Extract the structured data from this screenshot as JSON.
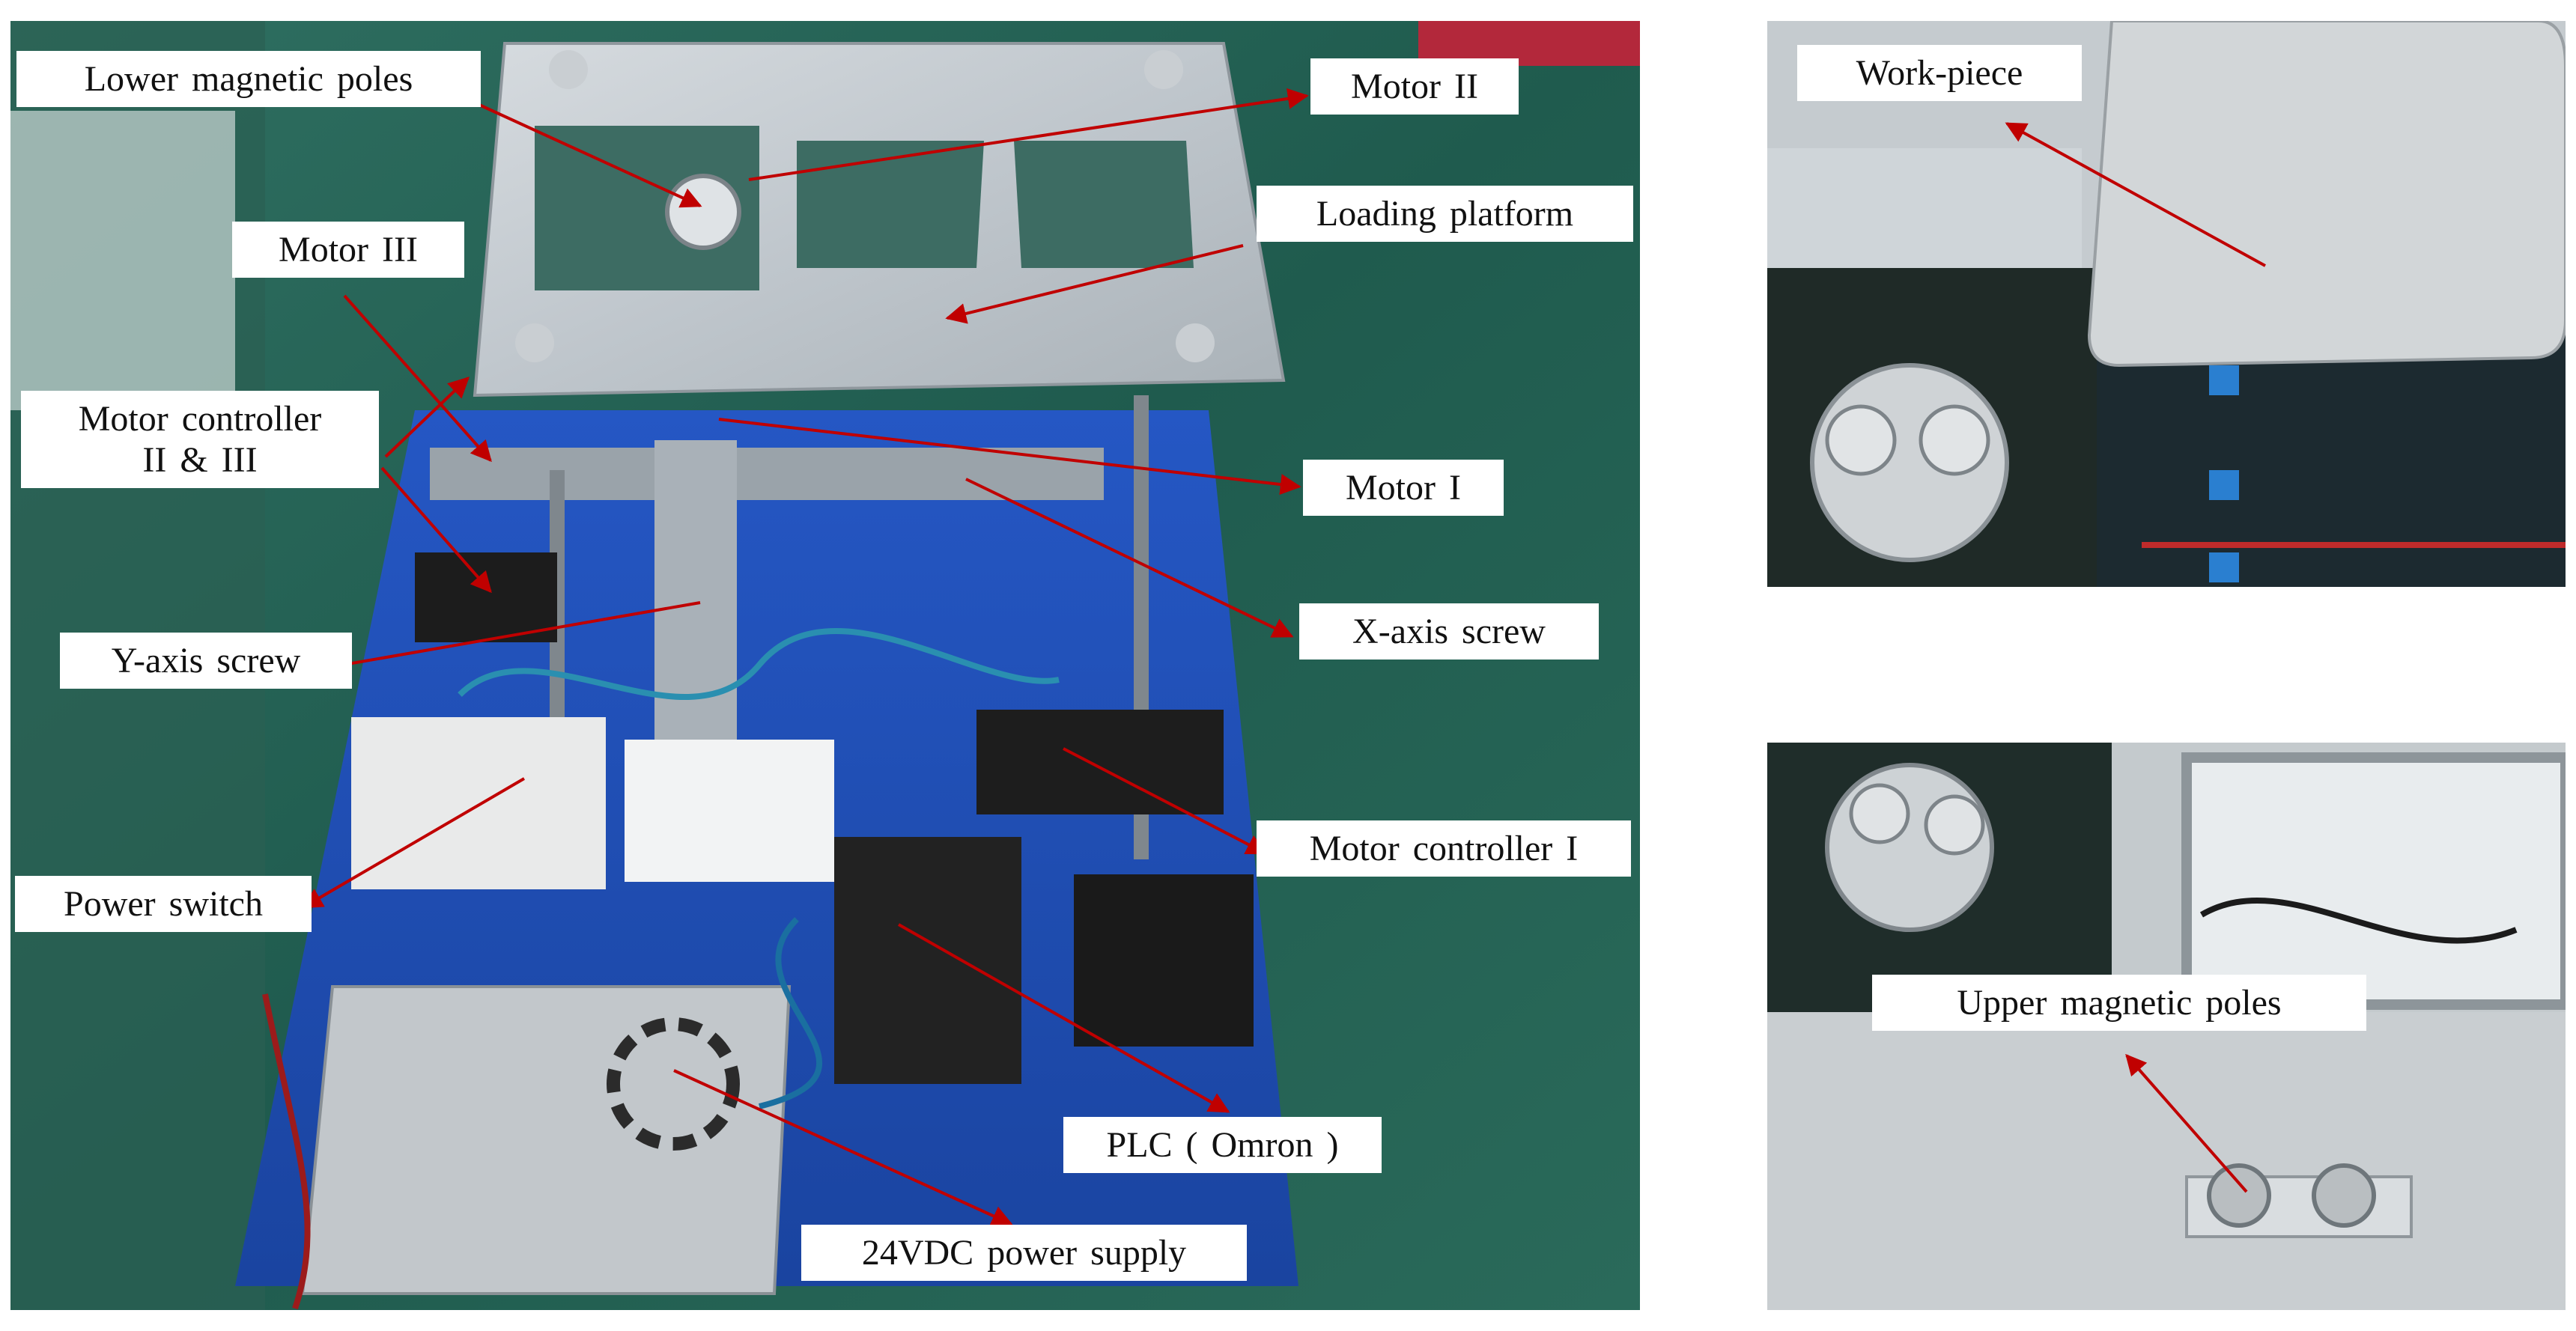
{
  "colors": {
    "arrow": "#c00000",
    "label_bg": "#ffffff",
    "label_text": "#111111",
    "bench_green": "#1f5b4e",
    "base_blue": "#1d4fb3",
    "aluminium": "#bfc6cc"
  },
  "main_labels": {
    "lower_magnetic_poles": "Lower magnetic poles",
    "motor_ii": "Motor II",
    "motor_iii": "Motor III",
    "loading_platform": "Loading platform",
    "motor_controller_line1": "Motor controller",
    "motor_controller_line2": "II & III",
    "motor_i": "Motor I",
    "y_axis_screw": "Y-axis screw",
    "x_axis_screw": "X-axis screw",
    "motor_controller_i": "Motor controller I",
    "power_switch": "Power switch",
    "plc": "PLC ( Omron )",
    "power_supply": "24VDC power supply"
  },
  "inset_labels": {
    "work_piece": "Work-piece",
    "upper_magnetic_poles": "Upper magnetic poles"
  }
}
